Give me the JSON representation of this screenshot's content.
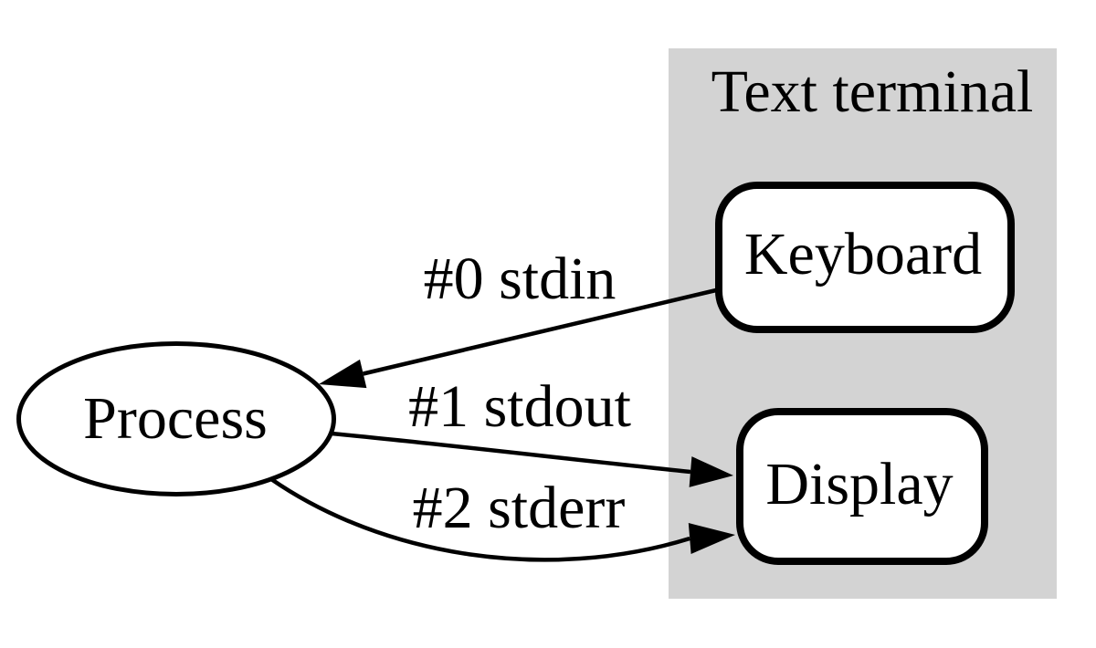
{
  "diagram": {
    "type": "flow-diagram",
    "background_color": "#ffffff",
    "line_color": "#000000",
    "cluster": {
      "label": "Text terminal",
      "fill_color": "#d3d3d3"
    },
    "nodes": {
      "process": {
        "label": "Process",
        "shape": "ellipse",
        "fill_color": "#ffffff"
      },
      "keyboard": {
        "label": "Keyboard",
        "shape": "rounded-rectangle",
        "fill_color": "#ffffff"
      },
      "display": {
        "label": "Display",
        "shape": "rounded-rectangle",
        "fill_color": "#ffffff"
      }
    },
    "edges": {
      "stdin": {
        "label": "#0 stdin",
        "from": "Keyboard",
        "to": "Process"
      },
      "stdout": {
        "label": "#1 stdout",
        "from": "Process",
        "to": "Display"
      },
      "stderr": {
        "label": "#2 stderr",
        "from": "Process",
        "to": "Display"
      }
    }
  }
}
